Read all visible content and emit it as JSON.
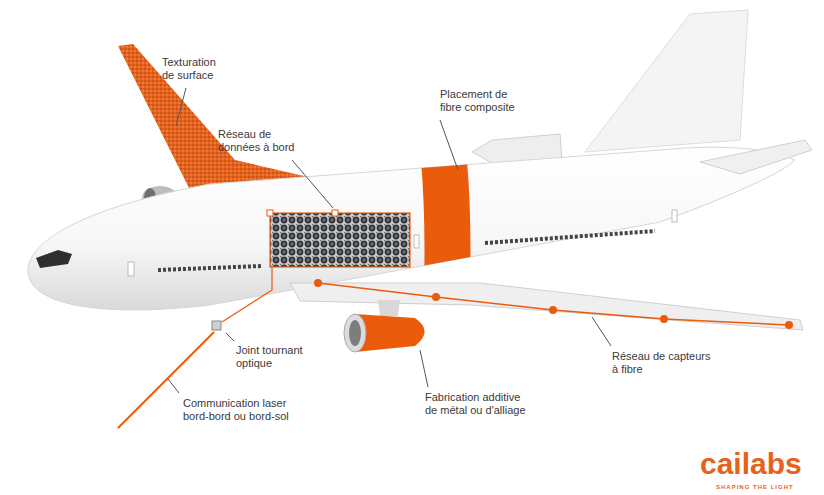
{
  "diagram": {
    "labels": [
      "Texturation de surface",
      "Réseau de données à bord",
      "Placement de fibre composite",
      "Joint tournant optique",
      "Communication laser bord-bord ou bord-sol",
      "Fabrication additive de métal ou d'alliage",
      "Réseau de capteurs à fibre",
      "cailabs",
      "SHAPING THE LIGHT"
    ]
  }
}
